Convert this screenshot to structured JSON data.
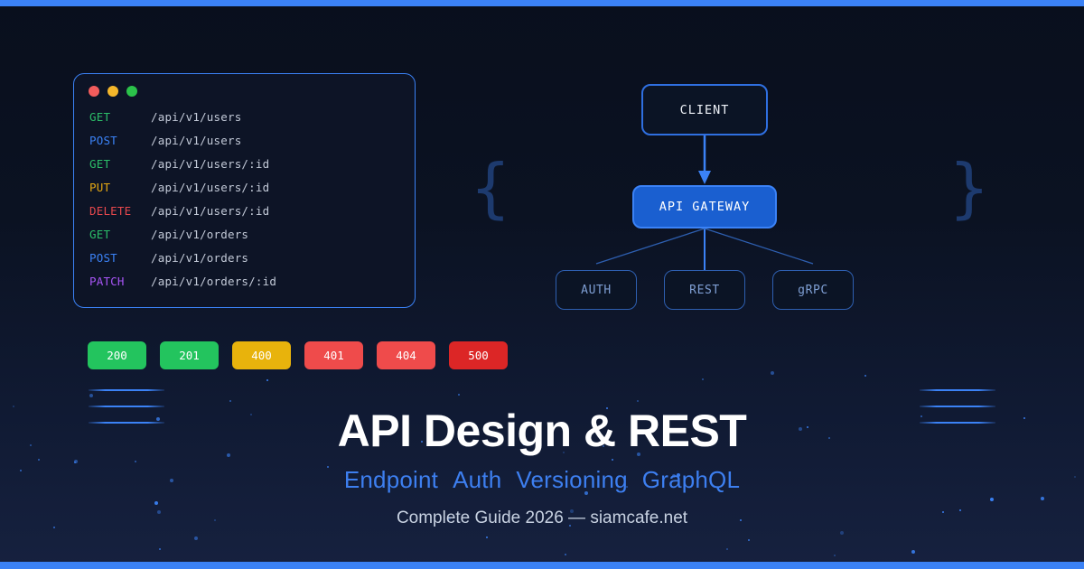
{
  "theme": {
    "accent_bar_color": "#3b82f6",
    "background_top": "#090f1d",
    "background_bottom": "#16213f",
    "brace_color": "#1d3a6e"
  },
  "decor": {
    "brace_left": "{",
    "brace_right": "}",
    "line_accent_count": 3
  },
  "code_window": {
    "title_dots": [
      {
        "name": "close-dot",
        "color": "#f25c5c"
      },
      {
        "name": "minimize-dot",
        "color": "#f5b72b"
      },
      {
        "name": "maximize-dot",
        "color": "#2bc24a"
      }
    ],
    "routes": [
      {
        "method": "GET",
        "path": "/api/v1/users",
        "color": "#2bbd68"
      },
      {
        "method": "POST",
        "path": "/api/v1/users",
        "color": "#3b82f6"
      },
      {
        "method": "GET",
        "path": "/api/v1/users/:id",
        "color": "#2bbd68"
      },
      {
        "method": "PUT",
        "path": "/api/v1/users/:id",
        "color": "#e5a812"
      },
      {
        "method": "DELETE",
        "path": "/api/v1/users/:id",
        "color": "#e5484d"
      },
      {
        "method": "GET",
        "path": "/api/v1/orders",
        "color": "#2bbd68"
      },
      {
        "method": "POST",
        "path": "/api/v1/orders",
        "color": "#3b82f6"
      },
      {
        "method": "PATCH",
        "path": "/api/v1/orders/:id",
        "color": "#a855f7"
      }
    ]
  },
  "diagram": {
    "client": {
      "label": "CLIENT"
    },
    "gateway": {
      "label": "API GATEWAY",
      "fill": "#1a5fd0"
    },
    "leaves": [
      {
        "label": "AUTH"
      },
      {
        "label": "REST"
      },
      {
        "label": "gRPC"
      }
    ]
  },
  "status_badges": [
    {
      "code": "200",
      "color": "#23c45e"
    },
    {
      "code": "201",
      "color": "#23c45e"
    },
    {
      "code": "400",
      "color": "#e8b30c"
    },
    {
      "code": "401",
      "color": "#ef4b4b"
    },
    {
      "code": "404",
      "color": "#ef4b4b"
    },
    {
      "code": "500",
      "color": "#dc2626"
    }
  ],
  "hero": {
    "title": "API Design & REST",
    "tags": [
      "Endpoint",
      "Auth",
      "Versioning",
      "GraphQL"
    ],
    "footer": "Complete Guide 2026 — siamcafe.net"
  }
}
